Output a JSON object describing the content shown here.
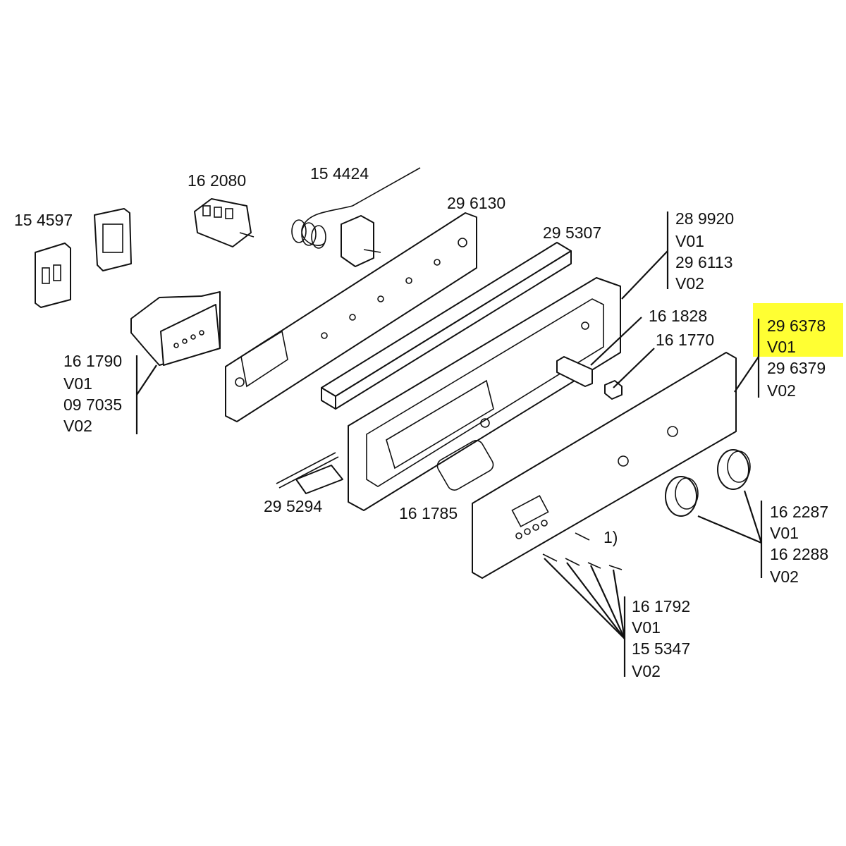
{
  "diagram": {
    "highlight_color": "#ffff33",
    "labels": {
      "p154597": "15 4597",
      "p162080": "16 2080",
      "p154424": "15 4424",
      "p296130": "29 6130",
      "p295307": "29 5307",
      "p289920": "28 9920",
      "p289920_v": "V01",
      "p296113": "29 6113",
      "p296113_v": "V02",
      "p161828": "16 1828",
      "p161770": "16 1770",
      "p296378": "29 6378",
      "p296378_v": "V01",
      "p296379": "29 6379",
      "p296379_v": "V02",
      "p161790": "16 1790",
      "p161790_v": "V01",
      "p097035": "09 7035",
      "p097035_v": "V02",
      "p295294": "29 5294",
      "p161785": "16 1785",
      "p162287": "16 2287",
      "p162287_v": "V01",
      "p162288": "16 2288",
      "p162288_v": "V02",
      "note1": "1)",
      "p161792": "16 1792",
      "p161792_v": "V01",
      "p155347": "15 5347",
      "p155347_v": "V02"
    }
  }
}
